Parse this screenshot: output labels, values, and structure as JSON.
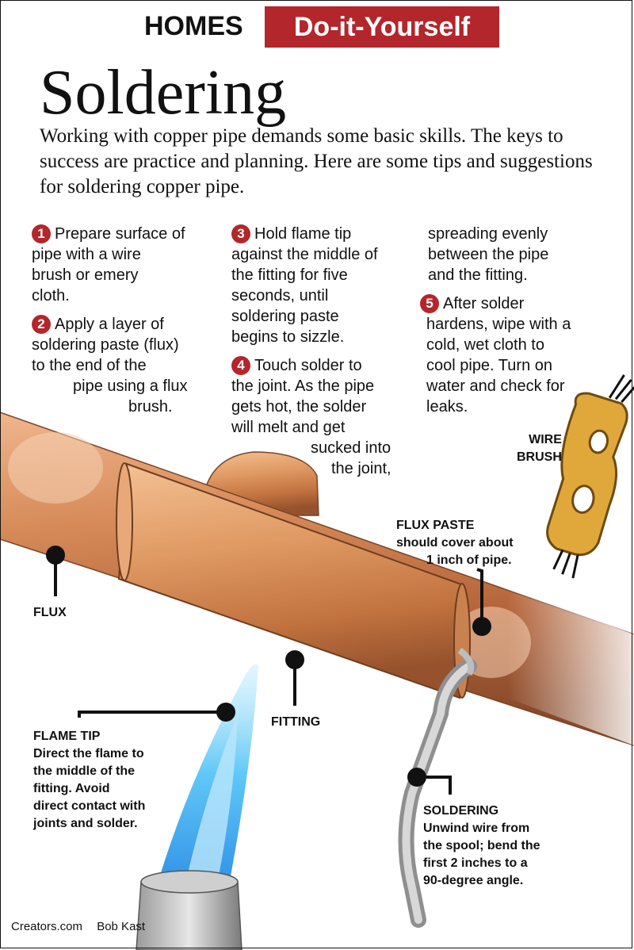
{
  "header": {
    "section": "HOMES",
    "tag": "Do-it-Yourself"
  },
  "title": "Soldering",
  "intro": "Working with copper pipe demands some basic skills. The keys to success are practice and planning. Here are some tips and suggestions for soldering copper pipe.",
  "steps": [
    {
      "number": "1",
      "line1": "Prepare surface of",
      "rest": [
        "pipe with a wire",
        "brush or emery",
        "cloth."
      ]
    },
    {
      "number": "2",
      "line1": "Apply a layer of",
      "rest": [
        "soldering paste (flux)",
        "to the end of the",
        "pipe using a flux",
        "brush."
      ]
    },
    {
      "number": "3",
      "line1": "Hold flame tip",
      "rest": [
        "against the middle of",
        "the fitting for five",
        "seconds, until",
        "soldering paste",
        "begins to sizzle."
      ]
    },
    {
      "number": "4",
      "line1": "Touch solder to",
      "rest": [
        "the joint. As the pipe",
        "gets hot, the solder",
        "will melt and get",
        "sucked into",
        "the joint,",
        "spreading evenly",
        "between the pipe",
        "and the fitting."
      ]
    },
    {
      "number": "5",
      "line1": "After solder",
      "rest": [
        "hardens, wipe with a",
        "cold, wet cloth to",
        "cool pipe. Turn on",
        "water and check for",
        "leaks."
      ]
    }
  ],
  "labels": {
    "wire_brush": [
      "WIRE",
      "BRUSH"
    ],
    "flux_paste": [
      "FLUX PASTE",
      "should cover about",
      "1 inch of pipe."
    ],
    "flux": "FLUX",
    "fitting": "FITTING",
    "flame_tip": [
      "FLAME TIP",
      "Direct the flame to",
      "the middle of the",
      "fitting. Avoid",
      "direct contact with",
      "joints and solder."
    ],
    "soldering": [
      "SOLDERING",
      "Unwind wire from",
      "the spool; bend the",
      "first 2 inches to a",
      "90-degree angle."
    ]
  },
  "credits": {
    "site": "Creators.com",
    "artist": "Bob Kast"
  },
  "colors": {
    "accent": "#b3262c",
    "copper": "#c77b47",
    "flame": "#4fc3f7",
    "brush": "#e0a83a"
  }
}
